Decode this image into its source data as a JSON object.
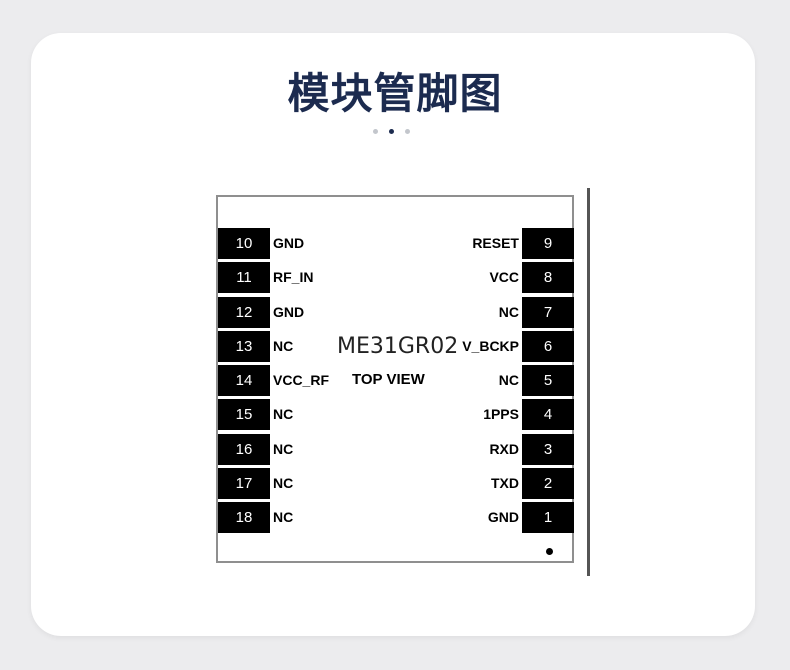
{
  "title": "模块管脚图",
  "pagination": {
    "total": 3,
    "active": 2
  },
  "module": {
    "model": "ME31GR02",
    "view_label": "TOP VIEW"
  },
  "pins_left": [
    {
      "num": "10",
      "signal": "GND"
    },
    {
      "num": "11",
      "signal": "RF_IN"
    },
    {
      "num": "12",
      "signal": "GND"
    },
    {
      "num": "13",
      "signal": "NC"
    },
    {
      "num": "14",
      "signal": "VCC_RF"
    },
    {
      "num": "15",
      "signal": "NC"
    },
    {
      "num": "16",
      "signal": "NC"
    },
    {
      "num": "17",
      "signal": "NC"
    },
    {
      "num": "18",
      "signal": "NC"
    }
  ],
  "pins_right": [
    {
      "num": "9",
      "signal": "RESET"
    },
    {
      "num": "8",
      "signal": "VCC"
    },
    {
      "num": "7",
      "signal": "NC"
    },
    {
      "num": "6",
      "signal": "V_BCKP"
    },
    {
      "num": "5",
      "signal": "NC"
    },
    {
      "num": "4",
      "signal": "1PPS"
    },
    {
      "num": "3",
      "signal": "RXD"
    },
    {
      "num": "2",
      "signal": "TXD"
    },
    {
      "num": "1",
      "signal": "GND"
    }
  ],
  "colors": {
    "title": "#1c2b4f",
    "pad": "#000000",
    "card": "#ffffff",
    "background": "#ececee"
  }
}
